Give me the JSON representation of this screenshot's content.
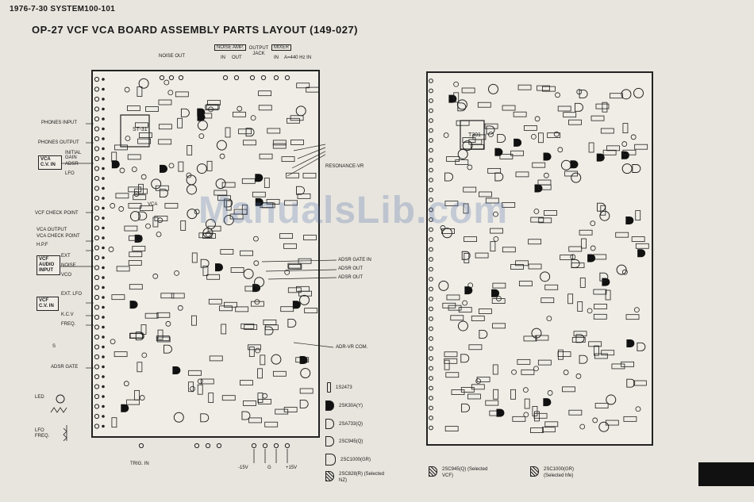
{
  "header": {
    "date": "1976-7-30",
    "model": "SYSTEM100-101"
  },
  "title": "OP-27 VCF VCA BOARD ASSEMBLY PARTS LAYOUT (149-027)",
  "top_labels": {
    "noise_out": "NOISE OUT",
    "noise_amp": "NOISE AMP.",
    "noise_amp_in": "IN",
    "noise_amp_out": "OUT",
    "output_jack": "OUTPUT JACK",
    "mixer": "MIXER",
    "mixer_in": "IN",
    "mixer_a": "A=440 Hz IN"
  },
  "left_labels": {
    "phones_input": "PHONES INPUT",
    "phones_output": "PHONES OUTPUT",
    "vca_cv_in": "VCA C.V. IN",
    "initial_gain": "INITIAL GAIN",
    "adsr": "ADSR",
    "lfo": "LFO",
    "vcf_check_point": "VCF CHECK POINT",
    "vca_output": "VCA OUTPUT",
    "vca_check_point": "VCA CHECK POINT",
    "hpf": "H.P.F",
    "vcf_audio_input": "VCF AUDIO INPUT",
    "ext": "EXT",
    "noise": "NOISE",
    "vco": "VCO",
    "vcf_cv_in": "VCF C.V. IN",
    "ext_lfo": "EXT. LFO",
    "kcv": "K.C.V",
    "freq": "FREQ.",
    "s": "S",
    "adsr_gate": "ADSR GATE",
    "led": "LED",
    "lfo_freq": "LFO FREQ."
  },
  "right_labels": {
    "resonance_vr": "RESONANCE-VR",
    "adsr_gate_in": "ADSR GATE IN",
    "adsr_out_1": "ADSR OUT",
    "adsr_out_2": "ADSR OUT",
    "adr_vr_com": "ADR-VR COM."
  },
  "bottom_labels": {
    "trig_in": "TRIG. IN",
    "minus_15v": "-15V",
    "g": "G",
    "plus_15v": "+15V"
  },
  "board_marks": {
    "st31": "ST-31",
    "t301": "T301",
    "vca": "VCA"
  },
  "legend": [
    {
      "symbol": "diode",
      "label": "1S2473"
    },
    {
      "symbol": "fet-filled",
      "label": "2SK30A(Y)"
    },
    {
      "symbol": "pnp",
      "label": "2SA733(Q)"
    },
    {
      "symbol": "npn",
      "label": "2SC945(Q)"
    },
    {
      "symbol": "npn-large",
      "label": "2SC1000(GR)"
    },
    {
      "symbol": "npn-hatched",
      "label": "2SC828(R) (Selected NZ)"
    }
  ],
  "legend_rear": [
    {
      "symbol": "npn-hatched",
      "label": "2SC945(Q) (Selected VCF)"
    },
    {
      "symbol": "npn-hatched",
      "label": "2SC1000(GR) (Selected hfe)"
    }
  ],
  "watermark": "ManualsLib.com",
  "colors": {
    "paper": "#e8e5de",
    "ink": "#1a1a1a",
    "watermark": "#506eaa"
  }
}
